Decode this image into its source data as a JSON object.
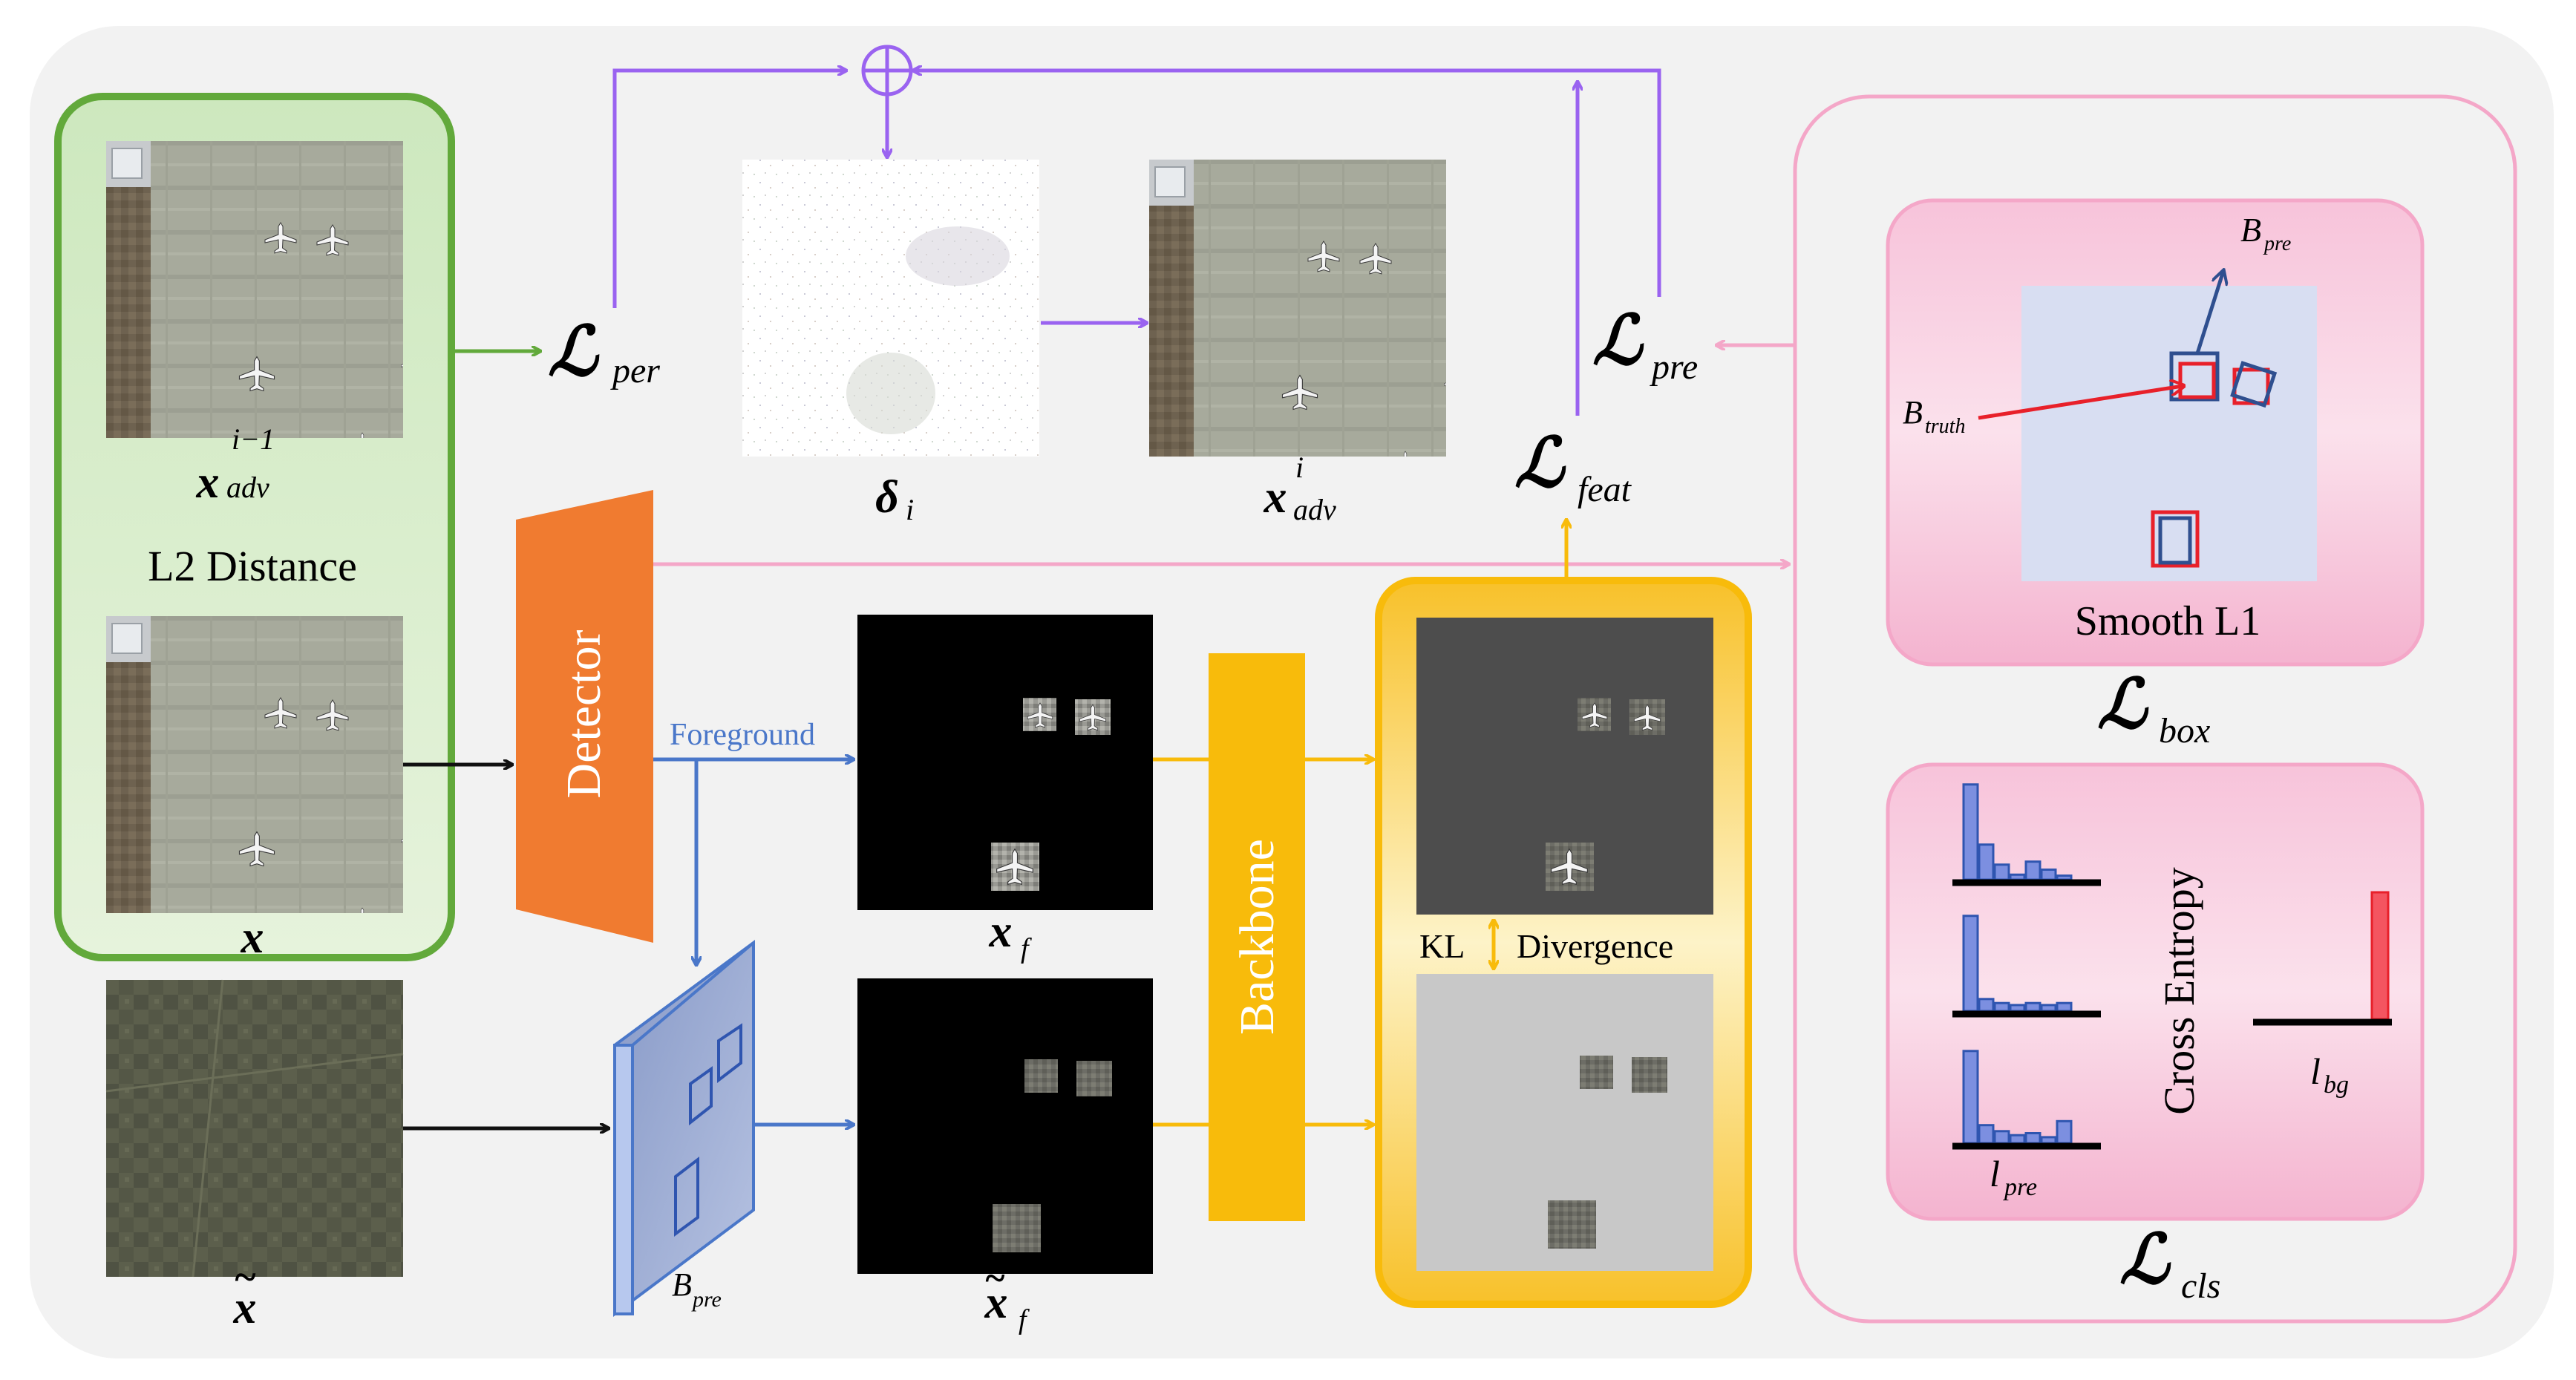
{
  "left_panel": {
    "img_adv_prev_label": "x",
    "img_adv_prev_sub": "adv",
    "img_adv_prev_sup": "i−1",
    "distance_label": "L2 Distance",
    "img_x_label": "x"
  },
  "noise_img_label": "δ",
  "noise_img_sub": "i",
  "adv_img_label": "x",
  "adv_img_sub": "adv",
  "adv_img_sup": "i",
  "clean_bg_label": "x",
  "clean_bg_tilde": "~",
  "detector_label": "Detector",
  "foreground_label": "Foreground",
  "backbone_label": "Backbone",
  "feat_fg_label": "x",
  "feat_fg_sub": "f",
  "feat_bg_label": "x",
  "feat_bg_sub": "f",
  "feat_bg_tilde": "~",
  "bpre_label": "B",
  "bpre_sub": "pre",
  "kl_label": "KL",
  "divergence_label": "Divergence",
  "loss_per": {
    "symbol": "ℒ",
    "sub": "per"
  },
  "loss_pre": {
    "symbol": "ℒ",
    "sub": "pre"
  },
  "loss_feat": {
    "symbol": "ℒ",
    "sub": "feat"
  },
  "loss_box": {
    "symbol": "ℒ",
    "sub": "box"
  },
  "loss_cls": {
    "symbol": "ℒ",
    "sub": "cls"
  },
  "box_panel": {
    "bpre_label": "B",
    "bpre_sub": "pre",
    "btruth_label": "B",
    "btruth_sub": "truth",
    "method_label": "Smooth L1"
  },
  "cls_panel": {
    "method_label": "Cross Entropy",
    "lpre_label": "l",
    "lpre_sub": "pre",
    "lbg_label": "l",
    "lbg_sub": "bg",
    "hist_values": [
      [
        0.95,
        0.35,
        0.15,
        0.05,
        0.18,
        0.1,
        0.04
      ],
      [
        0.95,
        0.12,
        0.08,
        0.06,
        0.08,
        0.06,
        0.08
      ],
      [
        0.92,
        0.18,
        0.12,
        0.08,
        0.1,
        0.06,
        0.22
      ]
    ],
    "bg_value": 0.95
  },
  "colors": {
    "purple": "#9a63f0",
    "green_arrow": "#62a93b",
    "pink_arrow": "#f4a7c8",
    "blue_arrow": "#4a77c9",
    "orange": "#f07b30",
    "amber": "#f8bb0b",
    "red": "#e8202a",
    "navy": "#2f4f8f"
  }
}
